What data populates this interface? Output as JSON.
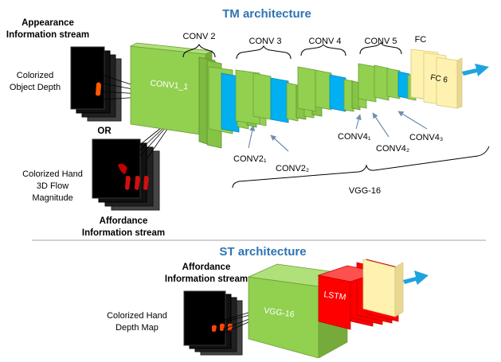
{
  "titles": {
    "tm": "TM architecture",
    "st": "ST architecture"
  },
  "tm_inputs": {
    "appearance_title_1": "Appearance",
    "appearance_title_2": "Information stream",
    "depth_label_1": "Colorized",
    "depth_label_2": "Object Depth",
    "or_label": "OR",
    "flow_label_1": "Colorized Hand",
    "flow_label_2": "3D Flow",
    "flow_label_3": "Magnitude",
    "affordance_title_1": "Affordance",
    "affordance_title_2": "Information stream"
  },
  "tm_network": {
    "conv1": "CONV1_1",
    "conv2": "CONV 2",
    "conv3": "CONV 3",
    "conv4": "CONV 4",
    "conv5": "CONV 5",
    "fc": "FC",
    "fc6": "FC 6",
    "conv2_1": "CONV2₁",
    "conv2_2": "CONV2₂",
    "conv4_1": "CONV4₁",
    "conv4_2": "CONV4₂",
    "conv4_3": "CONV4₃",
    "vgg": "VGG-16"
  },
  "st_inputs": {
    "affordance_title_1": "Affordance",
    "affordance_title_2": "Information stream",
    "depth_label_1": "Colorized Hand",
    "depth_label_2": "Depth Map"
  },
  "st_network": {
    "vgg": "VGG-16",
    "lstm": "LSTM"
  },
  "colors": {
    "title_blue": "#2e74b5",
    "green": "#92d050",
    "blue_block": "#00b0f0",
    "red_block": "#ff0000",
    "fc_yellow": "#fff2b0",
    "arrow_blue": "#1fa3e0",
    "arrow_gray": "#6f8fb0"
  }
}
